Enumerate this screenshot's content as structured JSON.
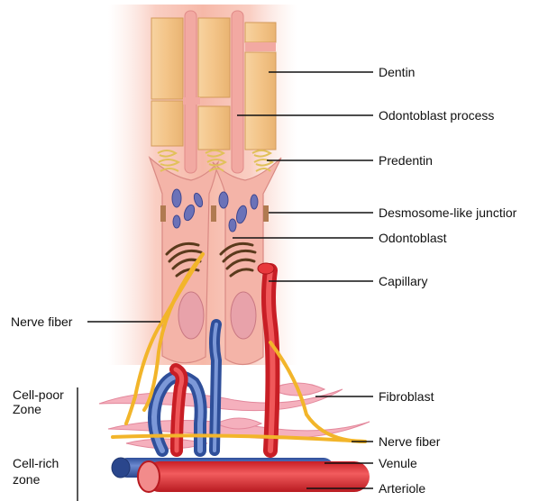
{
  "labels_right": {
    "dentin": "Dentin",
    "odontoblast_process": "Odontoblast process",
    "predentin": "Predentin",
    "desmosome": "Desmosome-like junctior",
    "odontoblast": "Odontoblast",
    "capillary": "Capillary",
    "fibroblast": "Fibroblast",
    "nerve_fiber_right": "Nerve fiber",
    "venule": "Venule",
    "arteriole": "Arteriole"
  },
  "labels_left": {
    "nerve_fiber_left": "Nerve fiber",
    "cell_poor_line1": "Cell-poor",
    "cell_poor_line2": "Zone",
    "cell_rich_line1": "Cell-rich",
    "cell_rich_line2": "zone"
  },
  "colors": {
    "dentin": "#f6cf9a",
    "cell_body": "#f3b2a8",
    "nucleus": "#e6a0a8",
    "golgi": "#5a3a1c",
    "mito": "#6b72b8",
    "artery_red": "#e8383c",
    "vein_blue": "#4a6fb8",
    "nerve_yellow": "#f2b52a",
    "fibroblast": "#f2a7b4",
    "glow": "#f8c7bb"
  }
}
